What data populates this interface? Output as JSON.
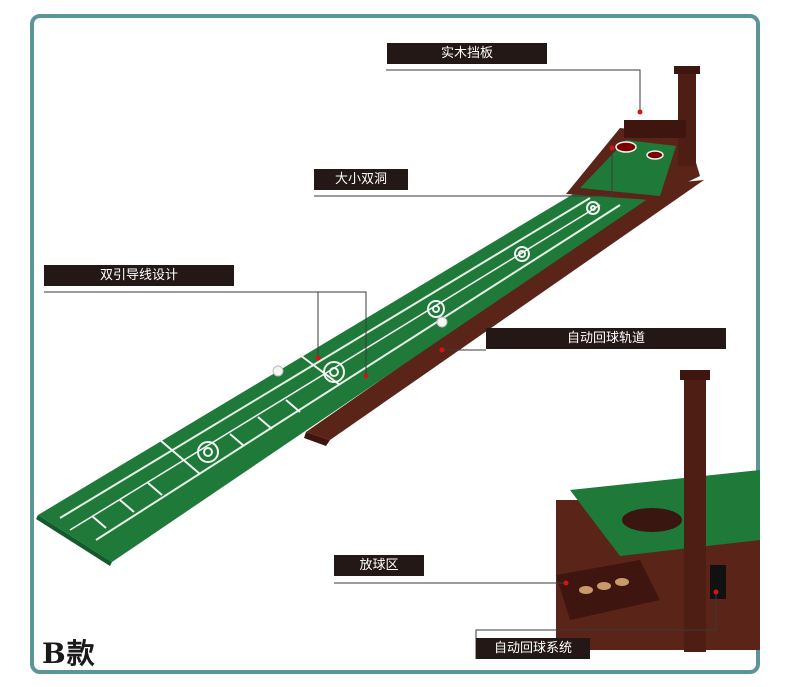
{
  "callouts": {
    "wood_stopper": "实木挡板",
    "two_holes": "大小双洞",
    "guide_lines": "双引导线设计",
    "return_track": "自动回球轨道",
    "ball_area": "放球区",
    "return_system": "自动回球系统"
  },
  "model_label": "B款",
  "colors": {
    "frame": "#5d9595",
    "mat_green": "#1f7a3a",
    "wood": "#6b2f22",
    "label_bg": "#231815"
  }
}
